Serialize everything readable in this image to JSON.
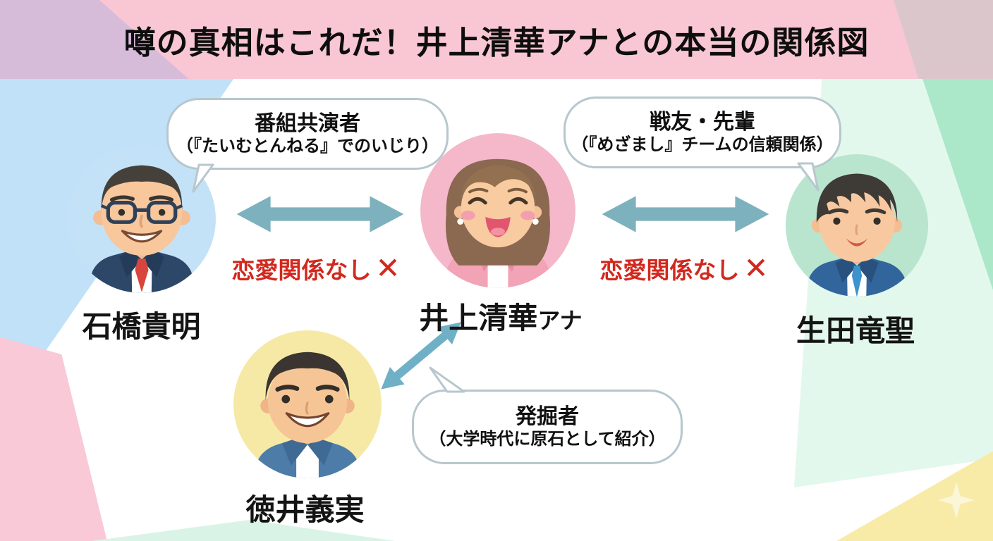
{
  "header": {
    "title": "噂の真相はこれだ！井上清華アナとの本当の関係図"
  },
  "persons": [
    {
      "name": "石橋貴明"
    },
    {
      "name": "井上清華",
      "suffix": "アナ"
    },
    {
      "name": "生田竜聖"
    },
    {
      "name": "徳井義実"
    }
  ],
  "bubbles": [
    {
      "title": "番組共演者",
      "subtitle": "（『たいむとんねる』でのいじり）"
    },
    {
      "title": "戦友・先輩",
      "subtitle": "（『めざまし』チームの信頼関係）"
    },
    {
      "title": "発掘者",
      "subtitle": "（大学時代に原石として紹介）"
    }
  ],
  "relations": [
    {
      "label": "恋愛関係なし",
      "mark": "✕"
    },
    {
      "label": "恋愛関係なし",
      "mark": "✕"
    }
  ],
  "colors": {
    "header_bg": "#f9c6d4",
    "bubble_border": "#b7c7cd",
    "arrow_teal": "#7db1bd",
    "arrow_diagonal": "#6fb0c6",
    "no_love_red": "#d2281d",
    "circle_ishibashi": "#c3e2f7",
    "circle_inoue": "#f5b7ca",
    "circle_ikuta": "#b9e5cf",
    "circle_tokui": "#f5e9a5"
  }
}
